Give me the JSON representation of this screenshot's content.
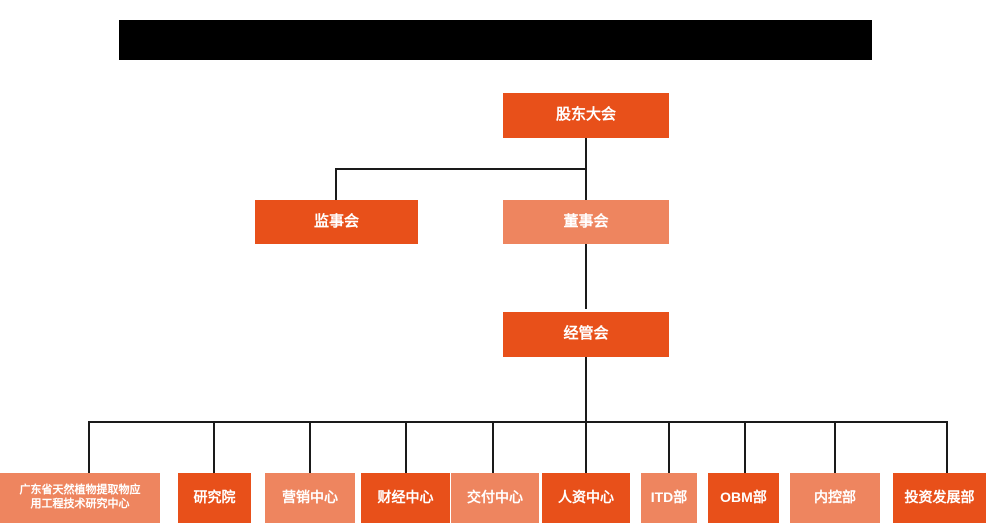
{
  "diagram": {
    "type": "org-chart",
    "title_bar": {
      "name": "redacted-title-bar",
      "text": "",
      "color": "#000000",
      "note": "solid black redaction rectangle"
    },
    "colors": {
      "accent_dark": "#E8501A",
      "accent_light": "#EE855F",
      "connector": "#1a1a1a",
      "background": "#ffffff",
      "node_text": "#ffffff"
    },
    "levels": [
      {
        "level": 1,
        "nodes": [
          {
            "id": "shareholders-meeting",
            "label": "股东大会",
            "shade": "dark"
          }
        ]
      },
      {
        "level": 2,
        "nodes": [
          {
            "id": "board-of-supervisors",
            "label": "监事会",
            "shade": "dark"
          },
          {
            "id": "board-of-directors",
            "label": "董事会",
            "shade": "light"
          }
        ]
      },
      {
        "level": 3,
        "nodes": [
          {
            "id": "management-committee",
            "label": "经管会",
            "shade": "dark"
          }
        ]
      },
      {
        "level": 4,
        "nodes": [
          {
            "id": "engineering-research-center",
            "label": "广东省天然植物提取物应用工程技术研究中心",
            "label_line1": "广东省天然植物提取物应",
            "label_line2": "用工程技术研究中心",
            "shade": "light"
          },
          {
            "id": "research-institute",
            "label": "研究院",
            "shade": "dark"
          },
          {
            "id": "marketing-center",
            "label": "营销中心",
            "shade": "light"
          },
          {
            "id": "finance-center",
            "label": "财经中心",
            "shade": "dark"
          },
          {
            "id": "delivery-center",
            "label": "交付中心",
            "shade": "light"
          },
          {
            "id": "hr-center",
            "label": "人资中心",
            "shade": "dark"
          },
          {
            "id": "itd-department",
            "label": "ITD部",
            "shade": "light"
          },
          {
            "id": "obm-department",
            "label": "OBM部",
            "shade": "dark"
          },
          {
            "id": "internal-control-department",
            "label": "内控部",
            "shade": "light"
          },
          {
            "id": "investment-development-department",
            "label": "投资发展部",
            "shade": "dark"
          }
        ]
      }
    ]
  }
}
